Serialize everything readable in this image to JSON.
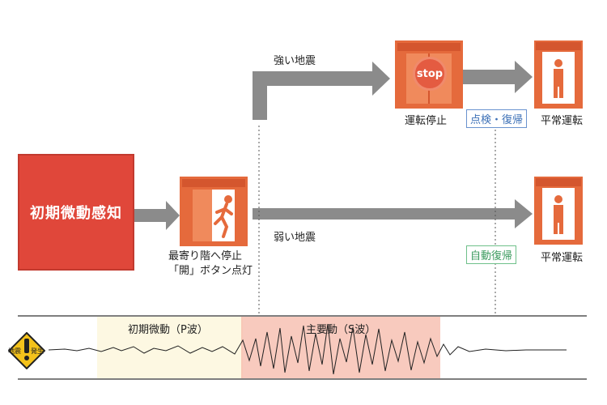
{
  "diagram": {
    "initial_detection": "初期微動感知",
    "strong_quake": "強い地震",
    "weak_quake": "弱い地震",
    "stop_text": "stop",
    "stop_floor_line1": "最寄り階へ停止",
    "stop_floor_line2": "「開」ボタン点灯",
    "operation_stop": "運転停止",
    "inspect_restore": "点検・復帰",
    "normal_operation_top": "平常運転",
    "auto_restore": "自動復帰",
    "normal_operation_bottom": "平常運転"
  },
  "seismograph": {
    "p_wave_label": "初期微動（P波）",
    "s_wave_label": "主要動（S波）",
    "quake_badge_line1": "地震",
    "quake_badge_line2": "発生"
  },
  "colors": {
    "accent_red": "#e0473a",
    "door_orange": "#e56a3c",
    "arrow_gray": "#8b8b8b",
    "blue_tag": "#3b6fb6",
    "green_tag": "#3b9a5e",
    "s_wave_band": "#f6b8a8"
  }
}
